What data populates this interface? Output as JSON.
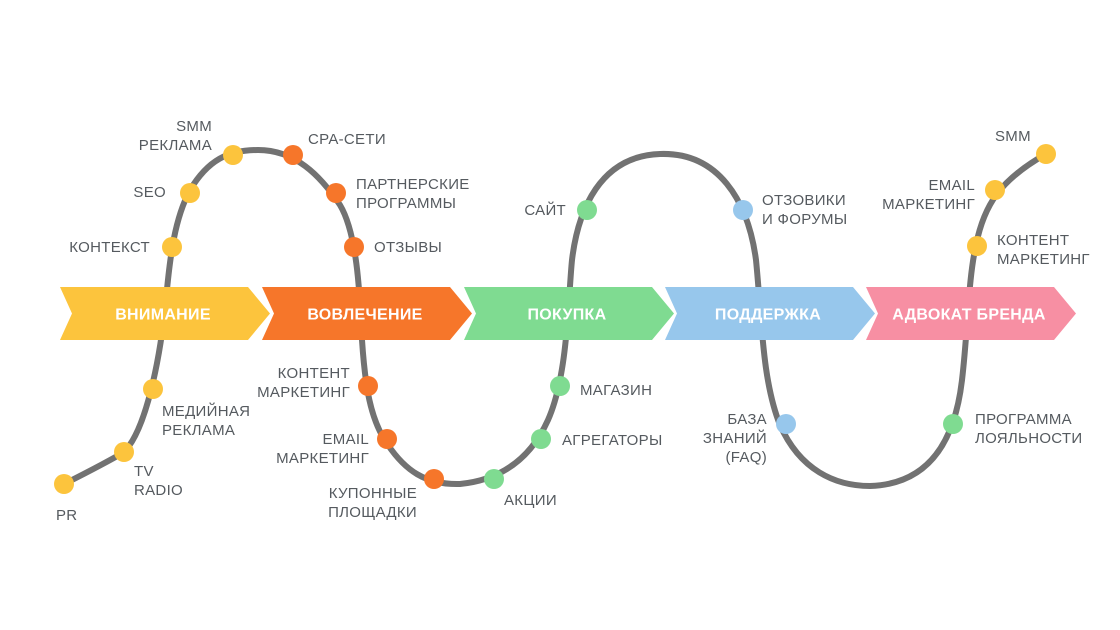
{
  "colors": {
    "attention": "#fcc43d",
    "engagement": "#f6762a",
    "purchase": "#7fdb91",
    "support": "#97c7ec",
    "advocate": "#f78fa3",
    "curve": "#727272",
    "label_text": "#555a5f"
  },
  "stages": [
    {
      "label": "ВНИМАНИЕ",
      "color_key": "attention"
    },
    {
      "label": "ВОВЛЕЧЕНИЕ",
      "color_key": "engagement"
    },
    {
      "label": "ПОКУПКА",
      "color_key": "purchase"
    },
    {
      "label": "ПОДДЕРЖКА",
      "color_key": "support"
    },
    {
      "label": "АДВОКАТ БРЕНДА",
      "color_key": "advocate"
    }
  ],
  "touchpoints": [
    {
      "label": "PR",
      "stage": "attention"
    },
    {
      "label": "TV\nRADIO",
      "stage": "attention"
    },
    {
      "label": "МЕДИЙНАЯ\nРЕКЛАМА",
      "stage": "attention"
    },
    {
      "label": "КОНТЕКСТ",
      "stage": "attention"
    },
    {
      "label": "SEO",
      "stage": "attention"
    },
    {
      "label": "SMM\nРЕКЛАМА",
      "stage": "attention"
    },
    {
      "label": "CPA-СЕТИ",
      "stage": "engagement"
    },
    {
      "label": "ПАРТНЕРСКИЕ\nПРОГРАММЫ",
      "stage": "engagement"
    },
    {
      "label": "ОТЗЫВЫ",
      "stage": "engagement"
    },
    {
      "label": "КОНТЕНТ\nМАРКЕТИНГ",
      "stage": "engagement"
    },
    {
      "label": "EMAIL\nМАРКЕТИНГ",
      "stage": "engagement"
    },
    {
      "label": "КУПОННЫЕ\nПЛОЩАДКИ",
      "stage": "engagement"
    },
    {
      "label": "АКЦИИ",
      "stage": "purchase"
    },
    {
      "label": "АГРЕГАТОРЫ",
      "stage": "purchase"
    },
    {
      "label": "МАГАЗИН",
      "stage": "purchase"
    },
    {
      "label": "САЙТ",
      "stage": "purchase"
    },
    {
      "label": "ОТЗОВИКИ\nИ ФОРУМЫ",
      "stage": "support"
    },
    {
      "label": "БАЗА\nЗНАНИЙ\n(FAQ)",
      "stage": "support"
    },
    {
      "label": "ПРОГРАММА\nЛОЯЛЬНОСТИ",
      "stage": "purchase"
    },
    {
      "label": "КОНТЕНТ\nМАРКЕТИНГ",
      "stage": "attention"
    },
    {
      "label": "EMAIL\nМАРКЕТИНГ",
      "stage": "attention"
    },
    {
      "label": "SMM",
      "stage": "attention"
    }
  ]
}
